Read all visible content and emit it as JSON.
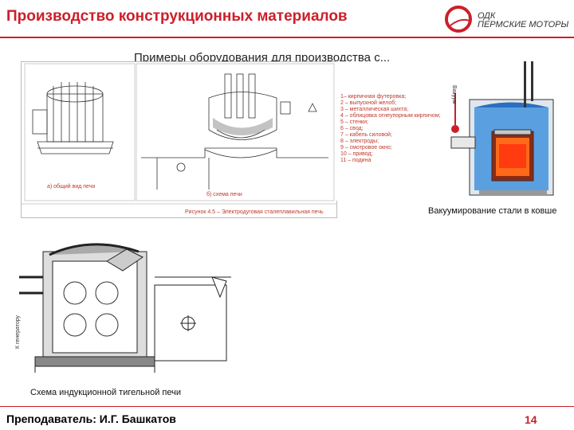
{
  "header": {
    "title": "Производство конструкционных материалов",
    "logo_line1": "ОДК",
    "logo_line2": "ПЕРМСКИЕ МОТОРЫ",
    "accent_color": "#cc1f2a"
  },
  "subtitle": "Примеры оборудования для производства с...",
  "figure_arc": {
    "caption_a": "а) общий вид печи",
    "caption_b": "б) схема печи",
    "figure_title": "Рисунок 4.5 – Электродуговая сталеплавильная печь",
    "legend": [
      "1– кирпичная футеровка;",
      "2 – выпускной желоб;",
      "3 – металлическая шихта;",
      "4 – облицовка огнеупорным кирпичом;",
      "5 – стенки;",
      "6 – свод;",
      "7 – кабель силовой;",
      "8 – электроды;",
      "9 – смотровое окно;",
      "10 – привод;",
      "11 – подина"
    ]
  },
  "vacuum": {
    "label": "Вакуум",
    "caption": "Вакуумирование стали в ковше"
  },
  "induction": {
    "side_label": "К генератору",
    "caption": "Схема  индукционной тигельной печи"
  },
  "footer": {
    "teacher": "Преподаватель: И.Г. Башкатов",
    "page": "14"
  }
}
